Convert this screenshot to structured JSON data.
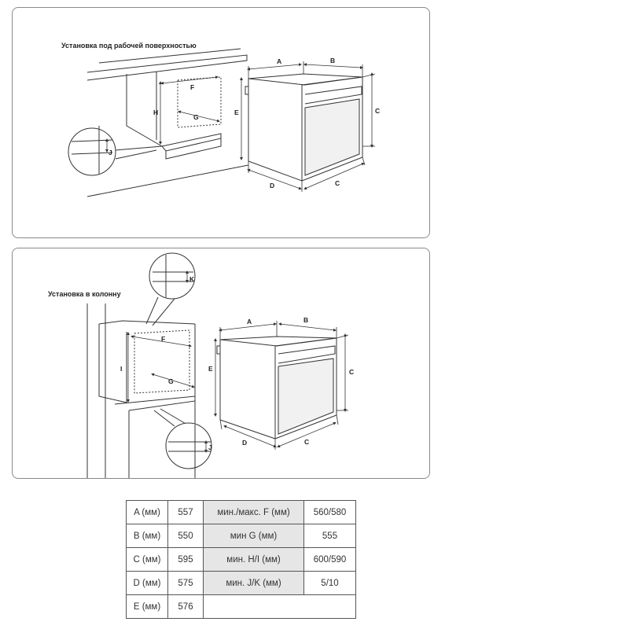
{
  "panels": {
    "top": {
      "title": "Установка под рабочей поверхностью",
      "labels": {
        "A": "A",
        "B": "B",
        "C1": "C",
        "C2": "C",
        "D": "D",
        "E": "E",
        "F": "F",
        "G": "G",
        "H": "H",
        "J": "J"
      }
    },
    "bottom": {
      "title": "Установка в колонну",
      "labels": {
        "A": "A",
        "B": "B",
        "C1": "C",
        "C2": "C",
        "D": "D",
        "E": "E",
        "F": "F",
        "G": "G",
        "I": "I",
        "J": "J",
        "K": "K"
      }
    }
  },
  "table": {
    "rows": [
      {
        "k1": "A (мм)",
        "v1": "557",
        "k2": "мин./макс. F (мм)",
        "v2": "560/580"
      },
      {
        "k1": "B (мм)",
        "v1": "550",
        "k2": "мин G (мм)",
        "v2": "555"
      },
      {
        "k1": "C (мм)",
        "v1": "595",
        "k2": "мин. H/I (мм)",
        "v2": "600/590"
      },
      {
        "k1": "D (мм)",
        "v1": "575",
        "k2": "мин. J/K (мм)",
        "v2": "5/10"
      },
      {
        "k1": "E (мм)",
        "v1": "576",
        "k2": "",
        "v2": ""
      }
    ]
  },
  "colors": {
    "line": "#333333",
    "panel_border": "#8a8a8a",
    "cell_shade": "#e6e6e6"
  }
}
